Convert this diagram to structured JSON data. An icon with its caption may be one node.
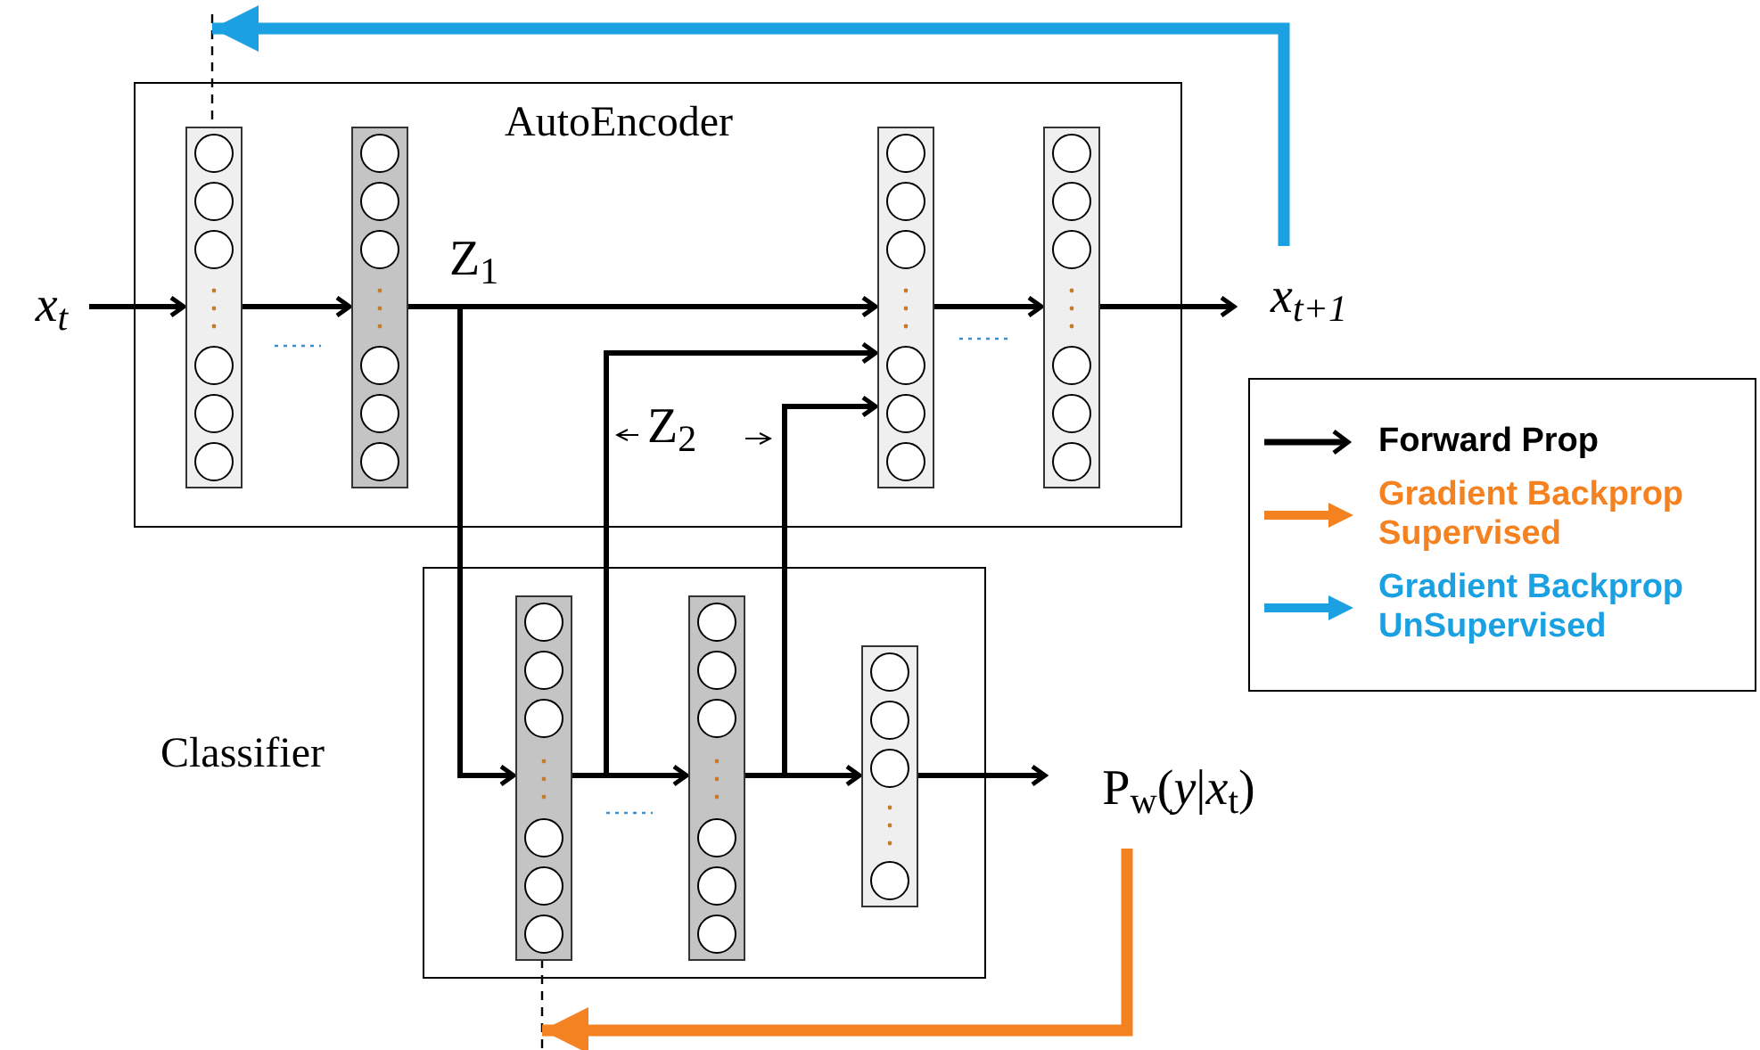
{
  "diagram": {
    "nodes": [
      {
        "text": [
          "AutoEncoder"
        ]
      },
      {
        "text": [],
        "shape": "bar",
        "in": 0
      },
      {
        "text": [],
        "shape": "bar",
        "in": 0
      },
      {
        "text": [],
        "shape": "bar",
        "in": 0
      },
      {
        "text": [],
        "shape": "bar",
        "in": 0
      },
      {
        "text": [
          "x$_{t}$"
        ]
      },
      {
        "text": [
          "x$_{t+1}$"
        ]
      },
      {
        "text": [
          "Classifier"
        ]
      },
      {
        "text": [],
        "shape": "bar",
        "in": 7
      },
      {
        "text": [],
        "shape": "bar",
        "in": 7
      },
      {
        "text": [],
        "shape": "bar",
        "in": 7
      },
      {
        "text": [
          "P$_{w}$(*y*|*x*$_{t}$)"
        ]
      }
    ],
    "edges": [
      {
        "from": 5,
        "to": 1,
        "arrow": "to"
      },
      {
        "from": 1,
        "to": 2,
        "arrow": "to"
      },
      {
        "from": 2,
        "to": 3,
        "arrow": "to"
      },
      {
        "from": 2,
        "to": 8,
        "arrow": "to"
      },
      {
        "from": 8,
        "to": 9,
        "arrow": "to"
      },
      {
        "from": 8,
        "to": 3,
        "arrow": "to"
      },
      {
        "from": 9,
        "to": 10,
        "arrow": "to"
      },
      {
        "from": 9,
        "to": 3,
        "arrow": "to"
      },
      {
        "from": 10,
        "to": 11,
        "arrow": "to"
      },
      {
        "from": 3,
        "to": 4,
        "arrow": "to"
      },
      {
        "from": 4,
        "to": 6,
        "arrow": "to"
      },
      {
        "from": 6,
        "to": 1,
        "arrow": "to",
        "style": "thick",
        "color": "#1ba1e2"
      },
      {
        "from": 11,
        "to": 8,
        "arrow": "to",
        "style": "thick",
        "color": "#f58220"
      }
    ],
    "labels": [
      "Z$_{1}$",
      "Z$_{2}$"
    ],
    "legend": [
      {
        "text": "Forward Prop",
        "color": "#000000"
      },
      {
        "text": "Gradient Backprop Supervised",
        "color": "#f58220"
      },
      {
        "text": "Gradient Backprop UnSupervised",
        "color": "#1ba1e2"
      }
    ]
  }
}
